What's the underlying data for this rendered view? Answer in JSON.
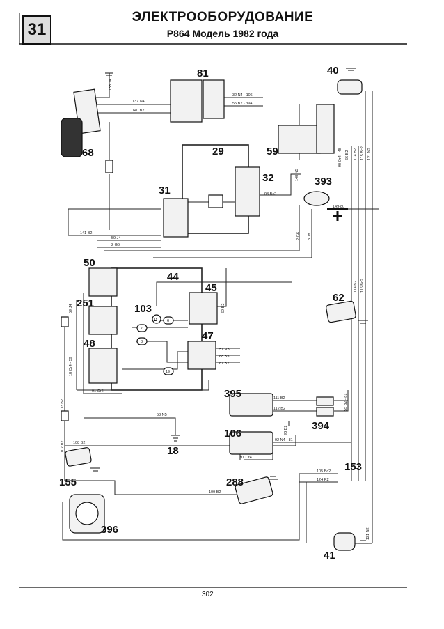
{
  "header": {
    "section_number": "31",
    "title": "ЭЛЕКТРООБОРУДОВАНИЕ",
    "subtitle": "P864 Модель 1982 года"
  },
  "footer": {
    "page_number": "302"
  },
  "components": [
    {
      "id": "c81",
      "label": "81"
    },
    {
      "id": "c40",
      "label": "40"
    },
    {
      "id": "c68",
      "label": "68"
    },
    {
      "id": "c29",
      "label": "29"
    },
    {
      "id": "c59",
      "label": "59"
    },
    {
      "id": "c32",
      "label": "32"
    },
    {
      "id": "c31",
      "label": "31"
    },
    {
      "id": "c393",
      "label": "393"
    },
    {
      "id": "c50",
      "label": "50"
    },
    {
      "id": "c44",
      "label": "44"
    },
    {
      "id": "c45",
      "label": "45"
    },
    {
      "id": "c251",
      "label": "251"
    },
    {
      "id": "c103",
      "label": "103"
    },
    {
      "id": "c62",
      "label": "62"
    },
    {
      "id": "c48",
      "label": "48"
    },
    {
      "id": "c47",
      "label": "47"
    },
    {
      "id": "c395",
      "label": "395"
    },
    {
      "id": "c394",
      "label": "394"
    },
    {
      "id": "c106",
      "label": "106"
    },
    {
      "id": "c18",
      "label": "18"
    },
    {
      "id": "c155",
      "label": "155"
    },
    {
      "id": "c153",
      "label": "153"
    },
    {
      "id": "c288",
      "label": "288"
    },
    {
      "id": "c396",
      "label": "396"
    },
    {
      "id": "c41",
      "label": "41"
    }
  ],
  "wires": [
    {
      "id": "w137",
      "label": "137 N4"
    },
    {
      "id": "w140",
      "label": "140 B2"
    },
    {
      "id": "w138",
      "label": "138 J4"
    },
    {
      "id": "w32",
      "label": "32 N4 - 106"
    },
    {
      "id": "w55",
      "label": "55 B2 - 394"
    },
    {
      "id": "w90",
      "label": "90 Or4 - 48"
    },
    {
      "id": "w66",
      "label": "66 B2"
    },
    {
      "id": "w114",
      "label": "114 B2"
    },
    {
      "id": "w115",
      "label": "115 Bc2"
    },
    {
      "id": "w121",
      "label": "121 N2"
    },
    {
      "id": "w148",
      "label": "148 N5"
    },
    {
      "id": "w93",
      "label": "93 Bc2"
    },
    {
      "id": "w149",
      "label": "149-8u"
    },
    {
      "id": "w141",
      "label": "141 B2"
    },
    {
      "id": "w59",
      "label": "59 J4"
    },
    {
      "id": "w2g",
      "label": "2 G6"
    },
    {
      "id": "w2g6",
      "label": "2 G6"
    },
    {
      "id": "w3j",
      "label": "3 J8"
    },
    {
      "id": "w114b",
      "label": "114 B2"
    },
    {
      "id": "w115b",
      "label": "115 Bc2"
    },
    {
      "id": "w69",
      "label": "69 B2"
    },
    {
      "id": "w59j",
      "label": "59 J4"
    },
    {
      "id": "w18o",
      "label": "18 Or4 - 59"
    },
    {
      "id": "w113",
      "label": "113 B2"
    },
    {
      "id": "w107",
      "label": "107 B2"
    },
    {
      "id": "w108",
      "label": "108 B2"
    },
    {
      "id": "w51",
      "label": "51 R5"
    },
    {
      "id": "w68",
      "label": "68 B5"
    },
    {
      "id": "w67",
      "label": "67 B2"
    },
    {
      "id": "w91",
      "label": "91 Or4"
    },
    {
      "id": "w58",
      "label": "58 N5"
    },
    {
      "id": "w111",
      "label": "111 B2"
    },
    {
      "id": "w112",
      "label": "112 B2"
    },
    {
      "id": "w93b",
      "label": "93 B2"
    },
    {
      "id": "w92",
      "label": "92 N4 - 81"
    },
    {
      "id": "w91b",
      "label": "91 Or4"
    },
    {
      "id": "w105",
      "label": "105 Bc2"
    },
    {
      "id": "w124",
      "label": "124 R2"
    },
    {
      "id": "w109",
      "label": "109 B2"
    },
    {
      "id": "w55b",
      "label": "55 B2 - 81"
    },
    {
      "id": "w121b",
      "label": "121 N2"
    },
    {
      "id": "w6",
      "label": "6"
    },
    {
      "id": "w7",
      "label": "7"
    },
    {
      "id": "w8",
      "label": "8"
    },
    {
      "id": "w19",
      "label": "19"
    }
  ],
  "symbols": {
    "plus": "+",
    "diode": "D"
  }
}
